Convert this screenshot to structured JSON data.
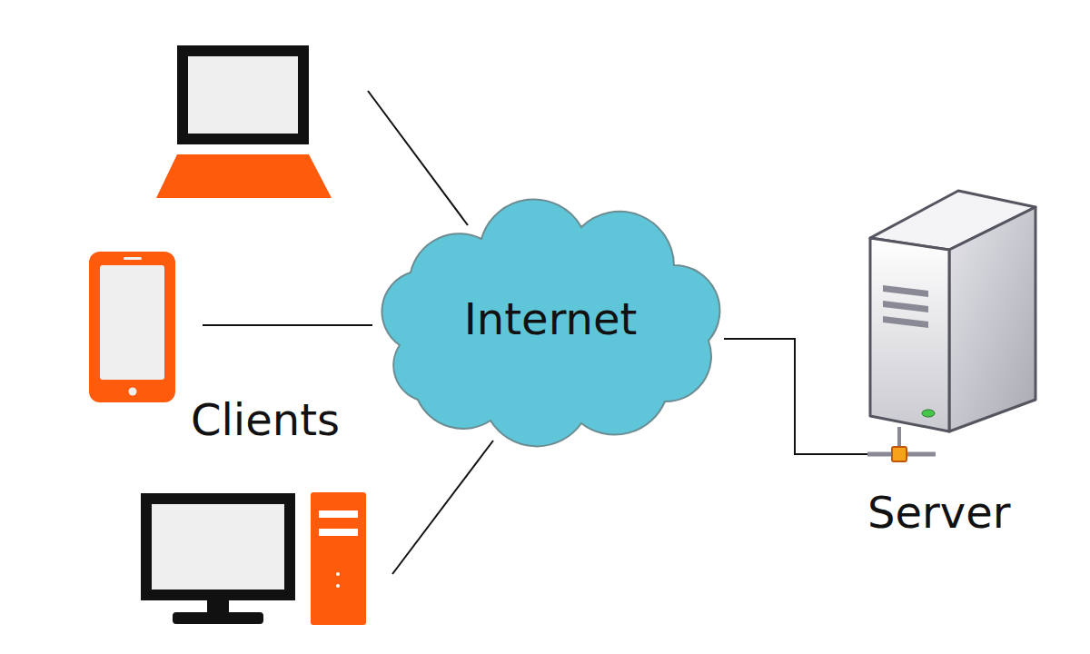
{
  "diagram": {
    "nodes": [
      {
        "text": [
          "Internet"
        ]
      },
      {
        "text": [
          "Server"
        ]
      }
    ],
    "edges": [
      {
        "from": 0,
        "to": 1,
        "arrow": "none"
      }
    ],
    "labels": [
      "Clients"
    ]
  }
}
